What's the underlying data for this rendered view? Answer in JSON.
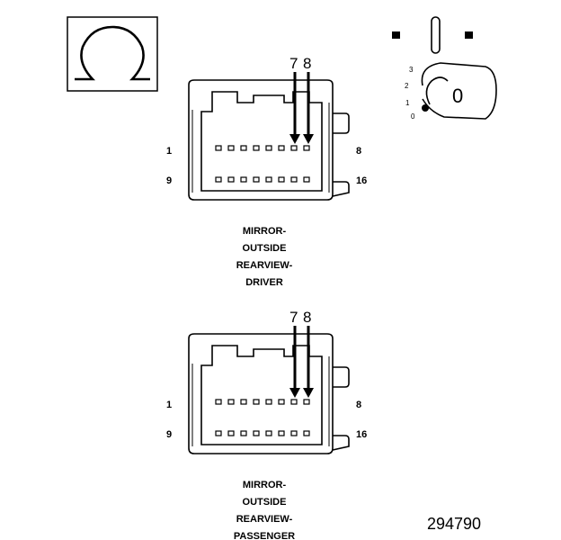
{
  "symbol": {
    "name": "ohm-icon",
    "glyph": "Ω"
  },
  "ignition_key": {
    "top_mark": "|",
    "key_glyph": "0",
    "positions": [
      "3",
      "2",
      "1",
      "0"
    ]
  },
  "connectors": [
    {
      "id": "driver",
      "probe_pins": [
        "7",
        "8"
      ],
      "row_labels": {
        "top_left": "1",
        "top_right": "8",
        "bottom_left": "9",
        "bottom_right": "16"
      },
      "caption": [
        "MIRROR-",
        "OUTSIDE",
        "REARVIEW-",
        "DRIVER"
      ]
    },
    {
      "id": "passenger",
      "probe_pins": [
        "7",
        "8"
      ],
      "row_labels": {
        "top_left": "1",
        "top_right": "8",
        "bottom_left": "9",
        "bottom_right": "16"
      },
      "caption": [
        "MIRROR-",
        "OUTSIDE",
        "REARVIEW-",
        "PASSENGER"
      ]
    }
  ],
  "figure_number": "294790"
}
